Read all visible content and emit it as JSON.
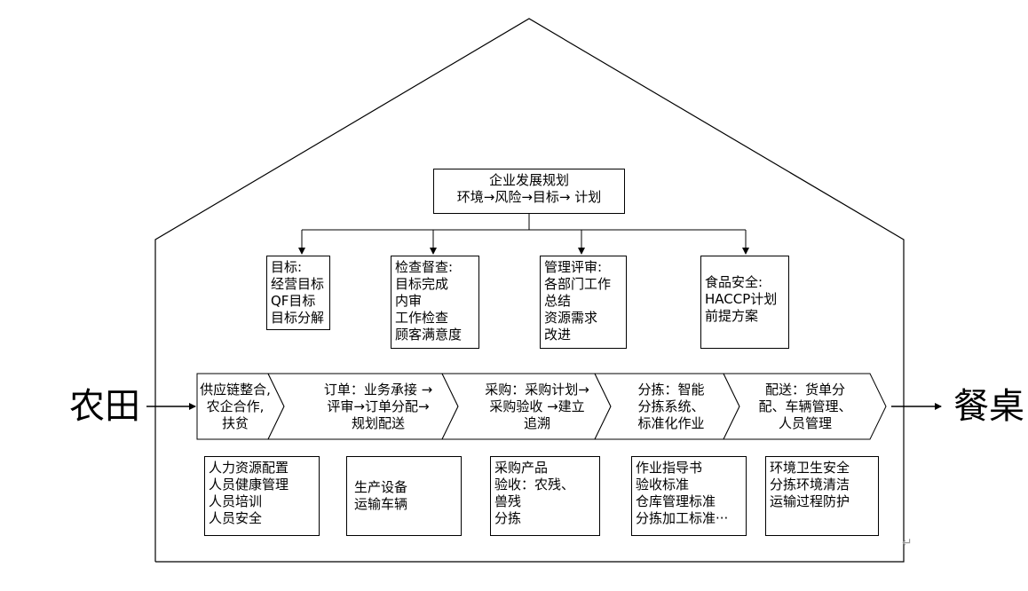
{
  "top": {
    "lines": [
      "企业发展规划",
      "环境→风险→目标→ 计划"
    ]
  },
  "mgmt": [
    {
      "lines": [
        "目标:",
        "经营目标",
        "QF目标",
        "目标分解"
      ]
    },
    {
      "lines": [
        "检查督查:",
        "目标完成",
        "内审",
        "工作检查",
        "顾客满意度"
      ]
    },
    {
      "lines": [
        "管理评审:",
        "各部门工作",
        "总结",
        "资源需求",
        "改进"
      ]
    },
    {
      "lines": [
        "食品安全:",
        "HACCP计划",
        "前提方案"
      ]
    }
  ],
  "process": [
    {
      "lines": [
        "供应链整合,",
        "农企合作,",
        "扶贫"
      ]
    },
    {
      "lines": [
        "订单：业务承接 →",
        "评审→订单分配→",
        "规划配送"
      ]
    },
    {
      "lines": [
        "采购：采购计划→",
        "采购验收 →建立",
        "追溯"
      ]
    },
    {
      "lines": [
        "分拣：智能",
        "分拣系统、",
        "标准化作业"
      ]
    },
    {
      "lines": [
        "配送：货单分",
        "配、车辆管理、",
        "人员管理"
      ]
    }
  ],
  "support": [
    {
      "lines": [
        "人力资源配置",
        "人员健康管理",
        "人员培训",
        "人员安全"
      ]
    },
    {
      "lines": [
        "生产设备",
        "运输车辆"
      ]
    },
    {
      "lines": [
        "采购产品",
        "验收：农残、",
        "兽残",
        "分拣"
      ]
    },
    {
      "lines": [
        "作业指导书",
        "验收标准",
        "仓库管理标准",
        "分拣加工标准···"
      ]
    },
    {
      "lines": [
        "环境卫生安全",
        "分拣环境清洁",
        "运输过程防护"
      ]
    }
  ],
  "ends": {
    "left": "农田",
    "right": "餐桌"
  },
  "return_mark": "↵"
}
